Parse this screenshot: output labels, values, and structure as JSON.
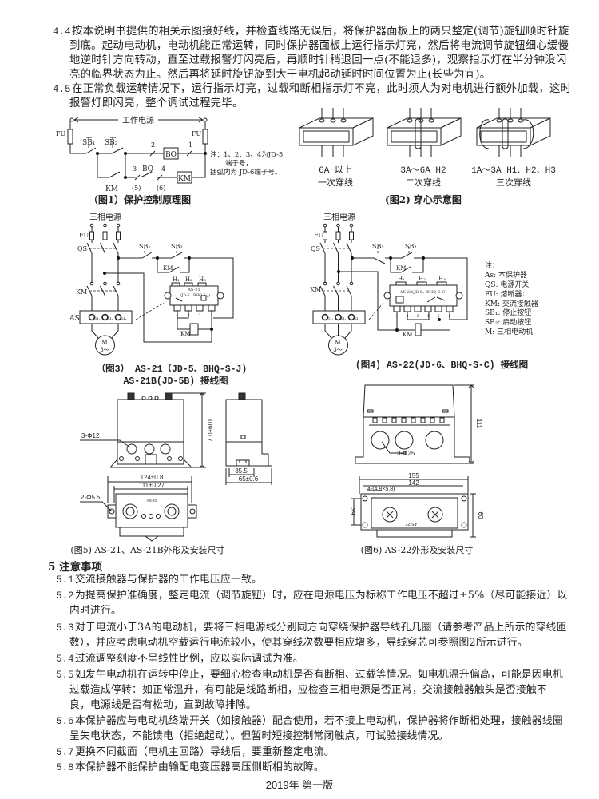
{
  "section4": [
    {
      "num": "4.4",
      "lines": [
        "按本说明书提供的相关示图接好线，并检查线路无误后，将保护器面板上的两只整定(调节)旋钮顺时针旋",
        "到底。起动电动机，电动机能正常运转，同时保护器面板上运行指示灯亮，然后将电流调节旋钮细心缓慢",
        "地逆时针方向转动，直至过载报警灯闪亮后，再顺时针稍退回一点(不能退多)，观察指示灯在半分钟没闪",
        "亮的临界状态为止。然后再将延时旋钮旋到大于电机起动延时时间位置为止(长些为宜)。"
      ]
    },
    {
      "num": "4.5",
      "lines": [
        "在正常负载运转情况下，运行指示灯亮，过载和断相指示灯不亮，此时须人为对电机进行额外加载，这时",
        "报警灯即闪亮，整个调试过程完毕。"
      ]
    }
  ],
  "fig1": {
    "power": "工作电源",
    "fu": "FU",
    "sb1": "SB₁",
    "sb2": "SB₂",
    "bq": "BQ",
    "km": "KM",
    "t1": "1",
    "t2": "2",
    "t3": "3",
    "t4": "4",
    "t5": "(5)",
    "t6": "(6)",
    "note": [
      "注：1、2、3、4为JD-5",
      "端子号，",
      "括弧内为 JD-6端子号。"
    ],
    "caption": "（图1）保护控制原理图"
  },
  "fig2": {
    "items": [
      {
        "range": "6A 以上",
        "label": "一次穿线"
      },
      {
        "range": "3A～6A H2",
        "label": "二次穿线"
      },
      {
        "range": "1A～3A H1、H2、H3",
        "label": "三次穿线"
      }
    ],
    "caption": "(图2) 穿心示意图"
  },
  "wiring": {
    "source": "三相电源",
    "fu": "FU",
    "qs": "QS",
    "km": "KM",
    "as": "AS",
    "sb1": "SB₁",
    "sb2": "SB₂",
    "h1": "H₁",
    "h2": "H₂",
    "h3": "H₃",
    "m": "M",
    "m3": "3～"
  },
  "fig3": {
    "model": "AS-21",
    "model_sub": "（JD-5、BHQ-S-J)",
    "terminals": [
      "4",
      "3",
      "2",
      "1"
    ],
    "caption": [
      "（图3）  AS-21（JD-5、BHQ-S-J)",
      "AS-21B(JD-5B) 接线图"
    ]
  },
  "fig4": {
    "model": "AS-22(JD-6、BHQ-S-C)",
    "terminals": [
      "1",
      "2",
      "3",
      "4",
      "5",
      "6"
    ],
    "notes": [
      "注：",
      "As: 本保护器",
      "QS: 电源开关",
      "FU: 熔断器：",
      "KM: 交流接触器",
      "SB₁: 停止按钮",
      "SB₂: 启动按钮",
      "M: 三相电动机"
    ],
    "caption": "(图4) AS-22(JD-6、BHQ-S-C) 接线图"
  },
  "fig5": {
    "height": "109±0.7",
    "holes": "3-Φ12",
    "side_a": "35.5",
    "side_b": "65±0.6",
    "width_a": "124±0.8",
    "width_b": "111±0.27",
    "mount": "2-Φ5.5",
    "model": "AS-21",
    "caption": "(图5) AS-21、AS-21B外形及安装尺寸"
  },
  "fig6": {
    "height": "111",
    "holes": "3-Φ25",
    "width_a": "155",
    "width_b": "142",
    "mount": "4-(4.8×5.8)",
    "depth_a": "39",
    "depth_b": "60",
    "model": "AS-22",
    "caption": "(图6) AS-22外形及安装尺寸"
  },
  "section5": {
    "heading": "5 注意事项",
    "items": [
      {
        "num": "5.1",
        "lines": [
          "交流接触器与保护器的工作电压应一致。"
        ]
      },
      {
        "num": "5.2",
        "lines": [
          "为提高保护准确度，整定电流（调节旋钮）时，应在电源电压为标称工作电压不超过±5%（尽可能接近）以",
          "内时进行。"
        ]
      },
      {
        "num": "5.3",
        "lines": [
          "对于电流小于3A的电动机，要将三相电源线分别同方向穿绕保护器导线孔几圈（请参考产品上所示的穿线匝",
          "数），并应考虑电动机空载运行电流较小，使其穿线次数要相应增多，导线穿芯可参照图2所示进行。"
        ]
      },
      {
        "num": "5.4",
        "lines": [
          "过流调整刻度不呈线性比例，应以实际调试为准。"
        ]
      },
      {
        "num": "5.5",
        "lines": [
          "如发生电动机在运转中停止，要细心检查电动机是否有断相、过载等情况。如电机温升偏高，可能是因电机",
          "过载造成停转：如正常温升，有可能是线路断相，应检查三相电源是否正常，交流接触器触头是否接触不",
          "良，电源线是否有松动，直到故障排除。"
        ]
      },
      {
        "num": "5.6",
        "lines": [
          "本保护器应与电动机终端开关（如接触器）配合使用，若不接上电动机，保护器将作断相处理，接触器线圈",
          "呈失电状态，不能馈电（拒绝起动）。但暂时短接控制常闭触点，可试验接线情况。"
        ]
      },
      {
        "num": "5.7",
        "lines": [
          "更换不同截面（电机主回路）导线后，要重新整定电流。"
        ]
      },
      {
        "num": "5.8",
        "lines": [
          "本保护器不能保护由输配电变压器高压侧断相的故障。"
        ]
      }
    ]
  },
  "footer": "2019年  第一版"
}
